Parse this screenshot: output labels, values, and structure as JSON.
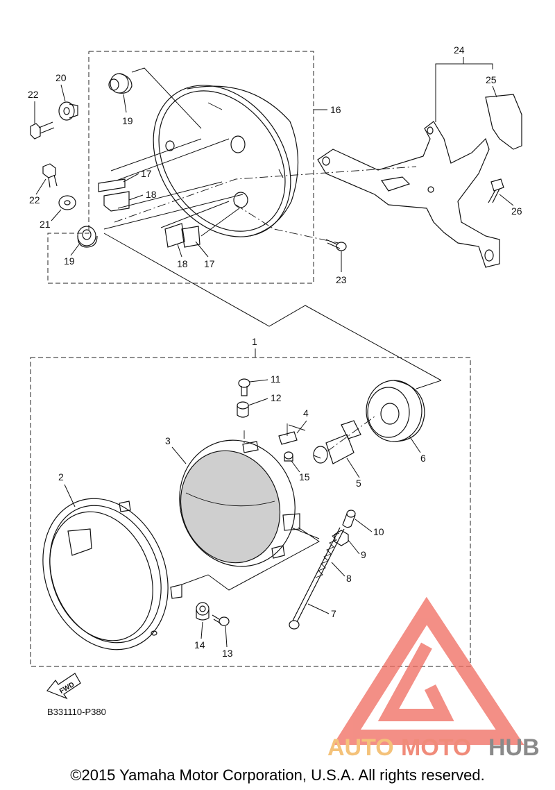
{
  "diagram_code": "B331110-P380",
  "copyright": "©2015 Yamaha Motor Corporation, U.S.A. All rights reserved.",
  "fwd_label": "FWD",
  "watermark": {
    "part1": "AUTO",
    "part2": "MOTO",
    "part3": "HUB",
    "color_auto": "#f4c27a",
    "color_moto": "#f08b7a",
    "color_hub": "#8a8a8a",
    "logo_color": "#f06a5e"
  },
  "callouts": {
    "c1": "1",
    "c2": "2",
    "c3": "3",
    "c4": "4",
    "c5": "5",
    "c6": "6",
    "c7": "7",
    "c8": "8",
    "c9": "9",
    "c10": "10",
    "c11": "11",
    "c12": "12",
    "c13": "13",
    "c14": "14",
    "c15": "15",
    "c16": "16",
    "c17a": "17",
    "c17b": "17",
    "c18a": "18",
    "c18b": "18",
    "c19a": "19",
    "c19b": "19",
    "c20": "20",
    "c21": "21",
    "c22a": "22",
    "c22b": "22",
    "c23": "23",
    "c24": "24",
    "c25": "25",
    "c26": "26"
  }
}
